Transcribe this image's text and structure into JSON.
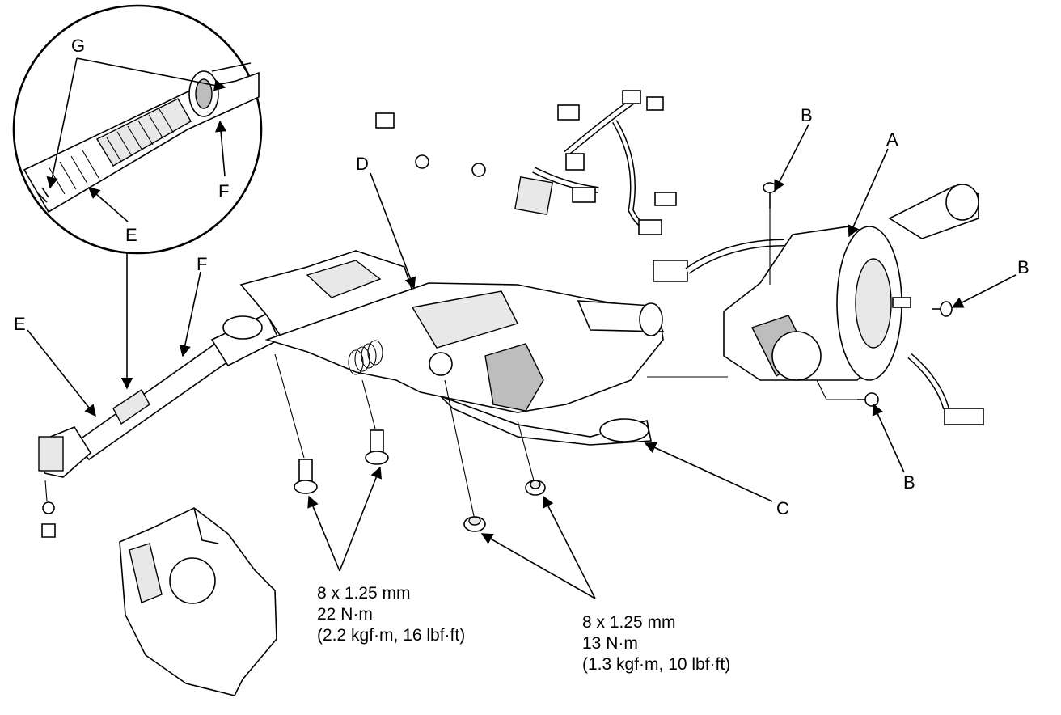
{
  "callouts": {
    "A": "A",
    "B": "B",
    "C": "C",
    "D": "D",
    "E": "E",
    "F": "F",
    "G": "G"
  },
  "specs": {
    "left": {
      "size": "8 x 1.25 mm",
      "torque": "22 N·m",
      "alt": "(2.2 kgf·m, 16 lbf·ft)"
    },
    "right": {
      "size": "8 x 1.25 mm",
      "torque": "13 N·m",
      "alt": "(1.3 kgf·m, 10 lbf·ft)"
    }
  }
}
